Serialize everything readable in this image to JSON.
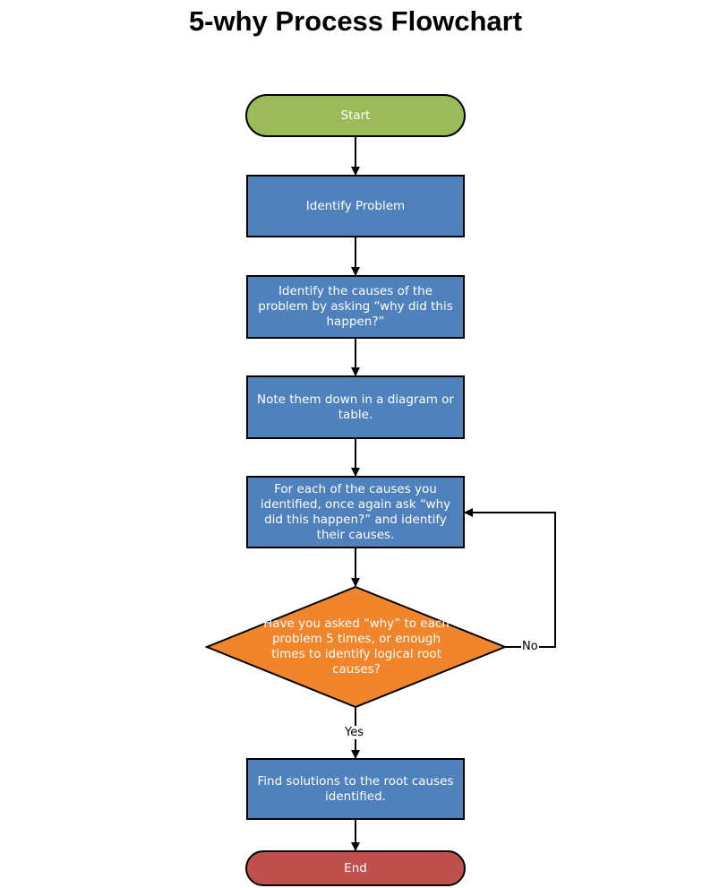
{
  "title": "5-why Process Flowchart",
  "colors": {
    "terminator_start": "#9bbb59",
    "process": "#4f81bd",
    "decision": "#f0852b",
    "terminator_end": "#c0504d",
    "stroke": "#000000"
  },
  "nodes": {
    "start": "Start",
    "identify_problem": "Identify Problem",
    "identify_causes": "Identify the causes of the problem by asking “why did this happen?”",
    "note_down": "Note them down in a diagram or table.",
    "for_each": "For each of the causes you identified, once again ask “why did this happen?” and identify their causes.",
    "decision": "Have you asked “why” to each problem 5 times, or enough times to identify logical root causes?",
    "find_solutions": "Find solutions to the root causes identified.",
    "end": "End"
  },
  "edges": {
    "no_label": "No",
    "yes_label": "Yes"
  }
}
